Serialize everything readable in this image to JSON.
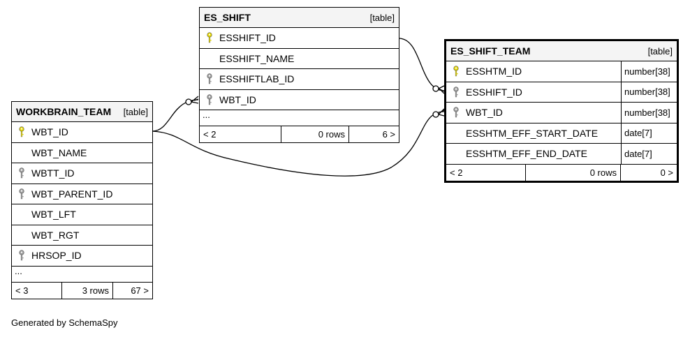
{
  "colors": {
    "primary_key": "#e6d800",
    "foreign_key": "#a0a0a0",
    "header_bg": "#f4f4f4"
  },
  "tables": {
    "es_shift": {
      "name": "ES_SHIFT",
      "kind": "[table]",
      "columns": [
        {
          "name": "ESSHIFT_ID",
          "key": "primary-key-icon"
        },
        {
          "name": "ESSHIFT_NAME",
          "key": ""
        },
        {
          "name": "ESSHIFTLAB_ID",
          "key": "foreign-key-icon"
        },
        {
          "name": "WBT_ID",
          "key": "foreign-key-icon"
        }
      ],
      "ellipsis": "...",
      "footer": {
        "parents": "< 2",
        "rows": "0 rows",
        "children": "6 >"
      }
    },
    "es_shift_team": {
      "name": "ES_SHIFT_TEAM",
      "kind": "[table]",
      "columns": [
        {
          "name": "ESSHTM_ID",
          "type": "number[38]",
          "key": "primary-key-icon"
        },
        {
          "name": "ESSHIFT_ID",
          "type": "number[38]",
          "key": "foreign-key-icon"
        },
        {
          "name": "WBT_ID",
          "type": "number[38]",
          "key": "foreign-key-icon"
        },
        {
          "name": "ESSHTM_EFF_START_DATE",
          "type": "date[7]",
          "key": ""
        },
        {
          "name": "ESSHTM_EFF_END_DATE",
          "type": "date[7]",
          "key": ""
        }
      ],
      "footer": {
        "parents": "< 2",
        "rows": "0 rows",
        "children": "0 >"
      }
    },
    "workbrain_team": {
      "name": "WORKBRAIN_TEAM",
      "kind": "[table]",
      "columns": [
        {
          "name": "WBT_ID",
          "key": "primary-key-icon"
        },
        {
          "name": "WBT_NAME",
          "key": ""
        },
        {
          "name": "WBTT_ID",
          "key": "foreign-key-icon"
        },
        {
          "name": "WBT_PARENT_ID",
          "key": "foreign-key-icon"
        },
        {
          "name": "WBT_LFT",
          "key": ""
        },
        {
          "name": "WBT_RGT",
          "key": ""
        },
        {
          "name": "HRSOP_ID",
          "key": "foreign-key-icon"
        }
      ],
      "ellipsis": "...",
      "footer": {
        "parents": "< 3",
        "rows": "3 rows",
        "children": "67 >"
      }
    }
  },
  "caption": "Generated by SchemaSpy"
}
